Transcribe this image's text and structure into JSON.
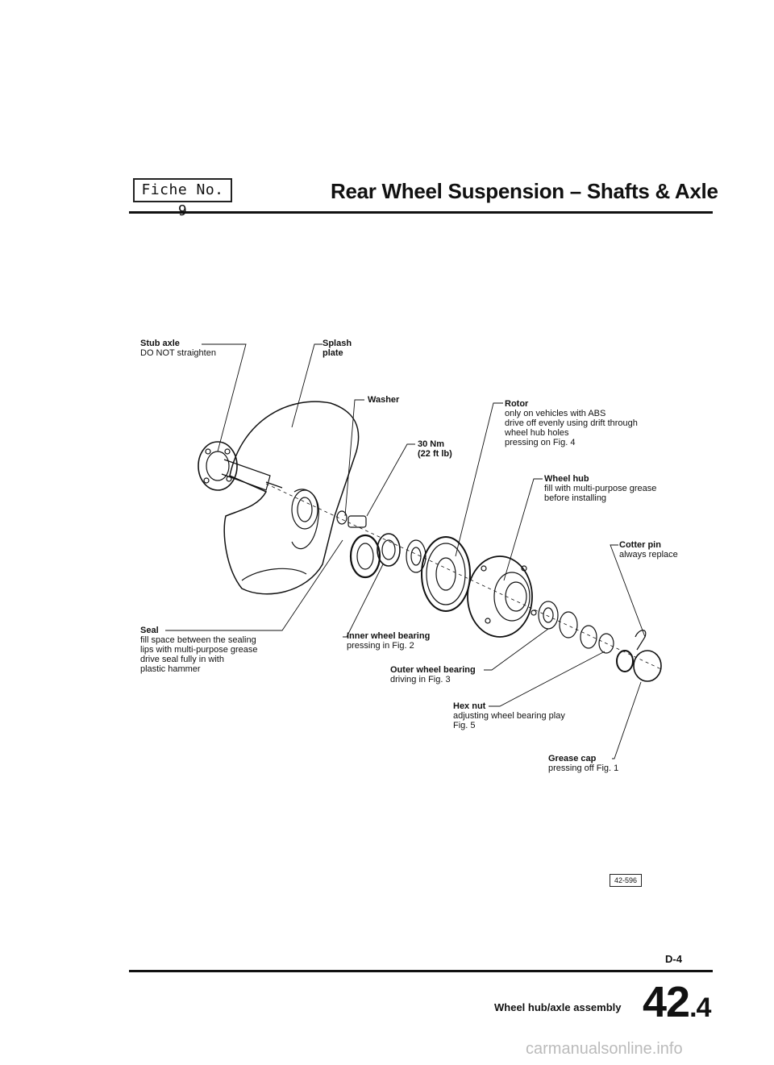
{
  "header": {
    "fiche": "Fiche No. 9",
    "title": "Rear Wheel Suspension – Shafts & Axle"
  },
  "callouts": {
    "stub_axle": {
      "name": "Stub axle",
      "note": "DO NOT straighten"
    },
    "splash_plate": {
      "name": "Splash",
      "name2": "plate"
    },
    "washer": {
      "name": "Washer"
    },
    "torque": {
      "name": "30 Nm",
      "note": "(22 ft lb)"
    },
    "rotor": {
      "name": "Rotor",
      "lines": [
        "only on vehicles with ABS",
        "drive off evenly using drift through",
        "wheel hub holes",
        "pressing on Fig. 4"
      ]
    },
    "wheel_hub": {
      "name": "Wheel hub",
      "lines": [
        "fill with multi-purpose grease",
        "before installing"
      ]
    },
    "cotter_pin": {
      "name": "Cotter pin",
      "note": "always replace"
    },
    "inner_bearing": {
      "name": "Inner wheel bearing",
      "note": "pressing in Fig. 2"
    },
    "seal": {
      "name": "Seal",
      "lines": [
        "fill space between the sealing",
        "lips with multi-purpose grease",
        "drive seal fully in with",
        "plastic hammer"
      ]
    },
    "outer_bearing": {
      "name": "Outer wheel bearing",
      "note": "driving in Fig. 3"
    },
    "hex_nut": {
      "name": "Hex nut",
      "lines": [
        "adjusting wheel bearing play",
        "Fig. 5"
      ]
    },
    "grease_cap": {
      "name": "Grease cap",
      "note": "pressing off Fig. 1"
    }
  },
  "figure_ref": "42-596",
  "footer": {
    "page_code": "D-4",
    "section_label": "Wheel hub/axle assembly",
    "section_major": "42",
    "section_minor": ".4"
  },
  "watermark": "carmanualsonline.info"
}
